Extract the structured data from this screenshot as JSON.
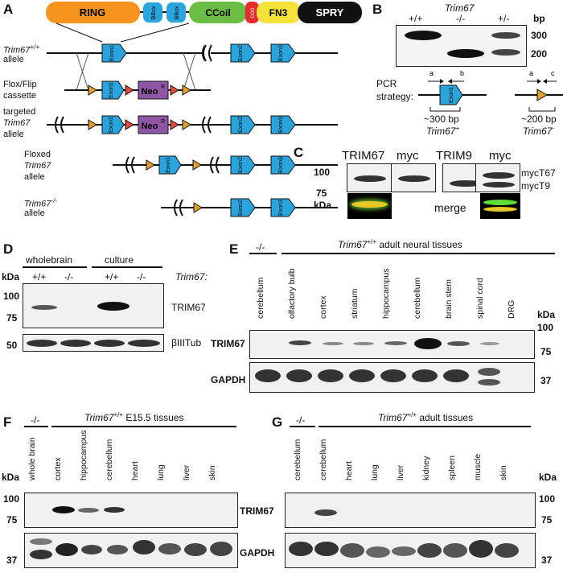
{
  "panelA": {
    "letter": "A",
    "domains": [
      "RING",
      "BBox",
      "BBox",
      "CCoil",
      "COS",
      "FN3",
      "SPRY"
    ],
    "rows": [
      {
        "l1": "Trim67",
        "sup": "+/+",
        "l2": "allele"
      },
      {
        "l1": "Flox/Flip",
        "sup": "",
        "l2": "cassette"
      },
      {
        "l1": "targeted",
        "sup": "",
        "l2": "Trim67",
        "l3": "allele"
      },
      {
        "l1": "Floxed",
        "sup": "",
        "l2": "Trim67",
        "l3": "allele"
      },
      {
        "l1": "Trim67",
        "sup": "-/-",
        "l2": "allele"
      }
    ],
    "exon1": "Exon1",
    "exon2": "Exon2",
    "exon3": "Exon3",
    "neo": "Neo",
    "neo_sup": "R"
  },
  "panelB": {
    "letter": "B",
    "col_plus": "+/+",
    "col_ko_title": "Trim67",
    "col_ko": "-/-",
    "col_het": "+/-",
    "bp": "bp",
    "bp300": "300",
    "bp200": "200",
    "pcr_label": "PCR",
    "strategy_label": "strategy:",
    "a": "a",
    "b": "b",
    "c": "c",
    "size1": "~300 bp",
    "allele1": "Trim67",
    "allele1_sup": "+",
    "size2": "~200 bp",
    "allele2": "Trim67",
    "allele2_sup": "-",
    "exon1": "Exon1"
  },
  "panelC": {
    "letter": "C",
    "trim67": "TRIM67",
    "myc1": "myc",
    "trim9": "TRIM9",
    "myc2": "myc",
    "kda100": "100",
    "kda75": "75",
    "kda": "kDa",
    "mycT67": "mycT67",
    "mycT9": "mycT9",
    "merge": "merge"
  },
  "panelD": {
    "letter": "D",
    "wholebrain": "wholebrain",
    "culture": "culture",
    "genotypes": [
      "+/+",
      "-/-",
      "+/+",
      "-/-"
    ],
    "trim67_label": "Trim67:",
    "kda": "kDa",
    "k100": "100",
    "k75": "75",
    "k50": "50",
    "protein": "TRIM67",
    "loading": "βIIITub"
  },
  "panelE": {
    "letter": "E",
    "ko": "-/-",
    "header": "Trim67",
    "header_sup": "+/+",
    "header_rest": "adult neural tissues",
    "lanes": [
      "cerebellum",
      "olfactory bulb",
      "cortex",
      "striatum",
      "hippocampus",
      "cerebellum",
      "brain stem",
      "spinal cord",
      "DRG"
    ],
    "kda": "kDa",
    "k100": "100",
    "k75": "75",
    "k37": "37",
    "protein": "TRIM67",
    "loading": "GAPDH"
  },
  "panelF": {
    "letter": "F",
    "ko": "-/-",
    "header": "Trim67",
    "header_sup": "+/+",
    "header_rest": "E15.5 tissues",
    "lanes": [
      "whole brain",
      "cortex",
      "hippocampus",
      "cerebellum",
      "heart",
      "lung",
      "liver",
      "skin"
    ],
    "kda": "kDa",
    "k100": "100",
    "k75": "75",
    "k37": "37",
    "protein": "TRIM67",
    "loading": "GAPDH"
  },
  "panelG": {
    "letter": "G",
    "ko": "-/-",
    "header": "Trim67",
    "header_sup": "+/+",
    "header_rest": "adult tissues",
    "lanes": [
      "cerebellum",
      "cerebellum",
      "heart",
      "lung",
      "liver",
      "kidney",
      "spleen",
      "muscle",
      "skin"
    ],
    "kda": "kDa",
    "k100": "100",
    "k75": "75",
    "k37": "37"
  }
}
